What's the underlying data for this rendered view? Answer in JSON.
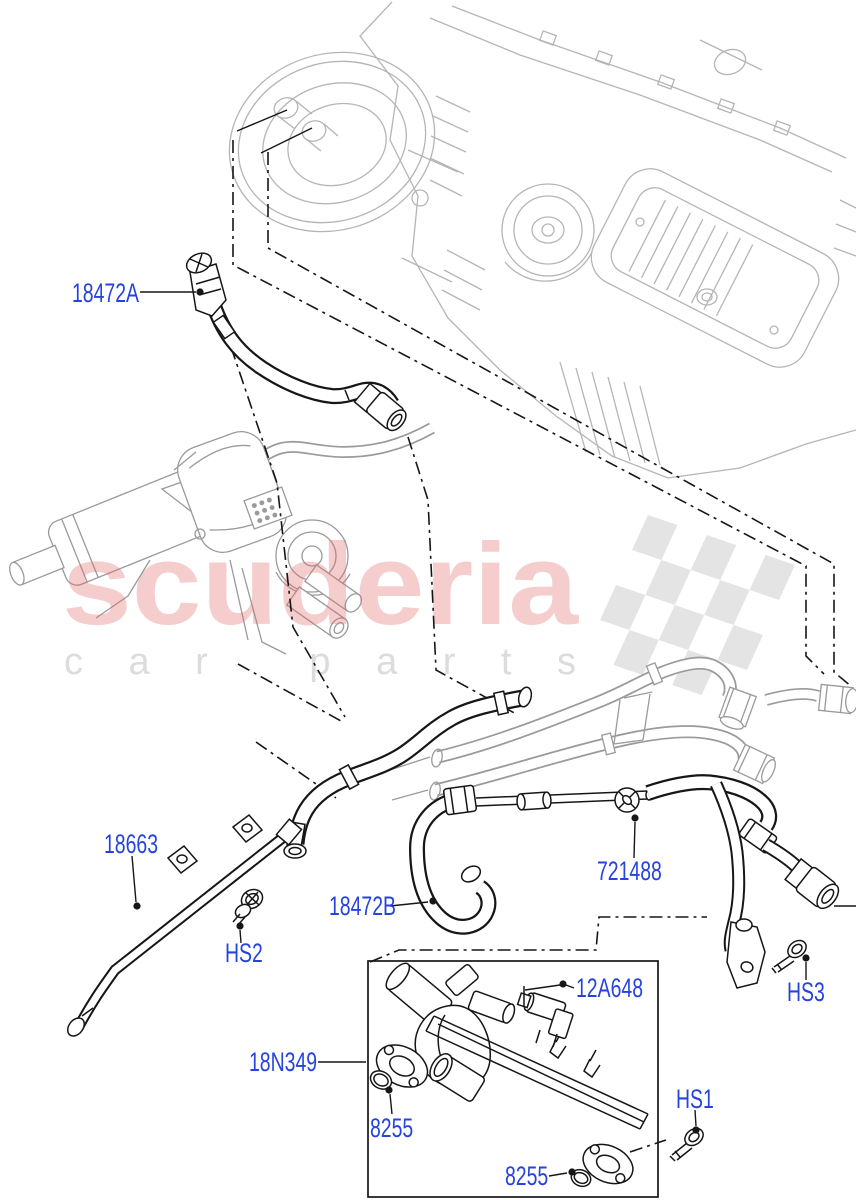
{
  "watermark": {
    "brand": "scuderia",
    "tagline": "car parts"
  },
  "callouts": {
    "c18472A": "18472A",
    "c18663": "18663",
    "c18472B": "18472B",
    "c721488": "721488",
    "c12A648": "12A648",
    "c18N349": "18N349",
    "c8255a": "8255",
    "c8255b": "8255",
    "cHS1": "HS1",
    "cHS2": "HS2",
    "cHS3": "HS3"
  },
  "colors": {
    "callout_blue": "#2543df",
    "line_black": "#161616",
    "ghost_gray": "#b5b5b5",
    "watermark_pink": "#e06666",
    "flag_gray": "#e4e4e4"
  }
}
